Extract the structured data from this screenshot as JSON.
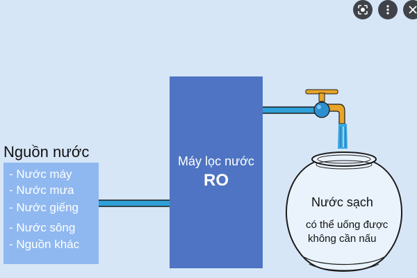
{
  "diagram": {
    "source": {
      "title": "Nguồn nước",
      "items": [
        "- Nước máy",
        "- Nước mưa",
        "- Nước giếng",
        "- Nước sông",
        "- Nguồn khác"
      ]
    },
    "filter": {
      "label_line1": "Máy lọc nước",
      "label_line2": "RO"
    },
    "output": {
      "title": "Nước sạch",
      "note_line1": "có thể uống được",
      "note_line2": "không cần nấu"
    }
  },
  "toolbar": {
    "icons": [
      "lens-icon",
      "more-vertical-icon",
      "close-icon"
    ]
  },
  "colors": {
    "background": "#d6e6f7",
    "filter_box": "#4f74c3",
    "source_box": "#8fb8f0",
    "pipe": "#2fa0d8",
    "faucet_handle": "#e8a52a",
    "faucet_body": "#2e8fd0",
    "water_stream": "#3aa7e0",
    "jar_fill": "#eaf3fc",
    "jar_stroke": "#1a1a1a"
  }
}
